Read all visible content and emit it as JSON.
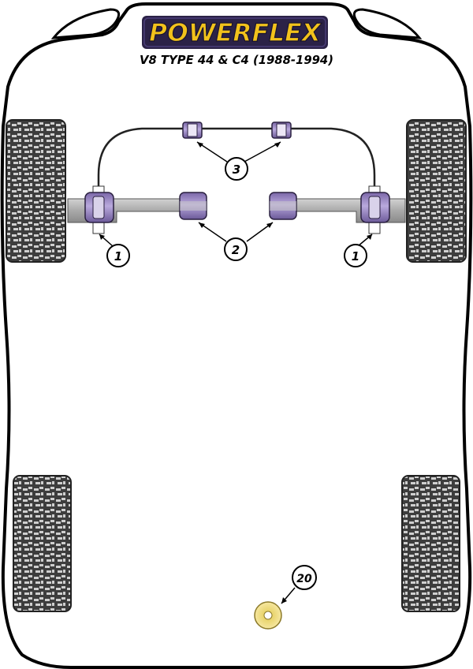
{
  "brand": {
    "logo_text": "POWERFLEX",
    "logo_bg": "#2b2247",
    "logo_fill": "#f2c21b"
  },
  "vehicle": {
    "title": "V8 TYPE 44 & C4 (1988-1994)"
  },
  "colors": {
    "bush_purple": "#9b87c4",
    "bush_purple_dark": "#5b4a87",
    "bar_grey": "#b5b5b5",
    "tyre_dark": "#3d3d3d",
    "tyre_light": "#cfcfcf",
    "mount_yellow": "#f4e28a"
  },
  "callouts": [
    {
      "id": "callout-1-left",
      "label": "1"
    },
    {
      "id": "callout-2",
      "label": "2"
    },
    {
      "id": "callout-1-right",
      "label": "1"
    },
    {
      "id": "callout-3",
      "label": "3"
    },
    {
      "id": "callout-20",
      "label": "20"
    }
  ]
}
